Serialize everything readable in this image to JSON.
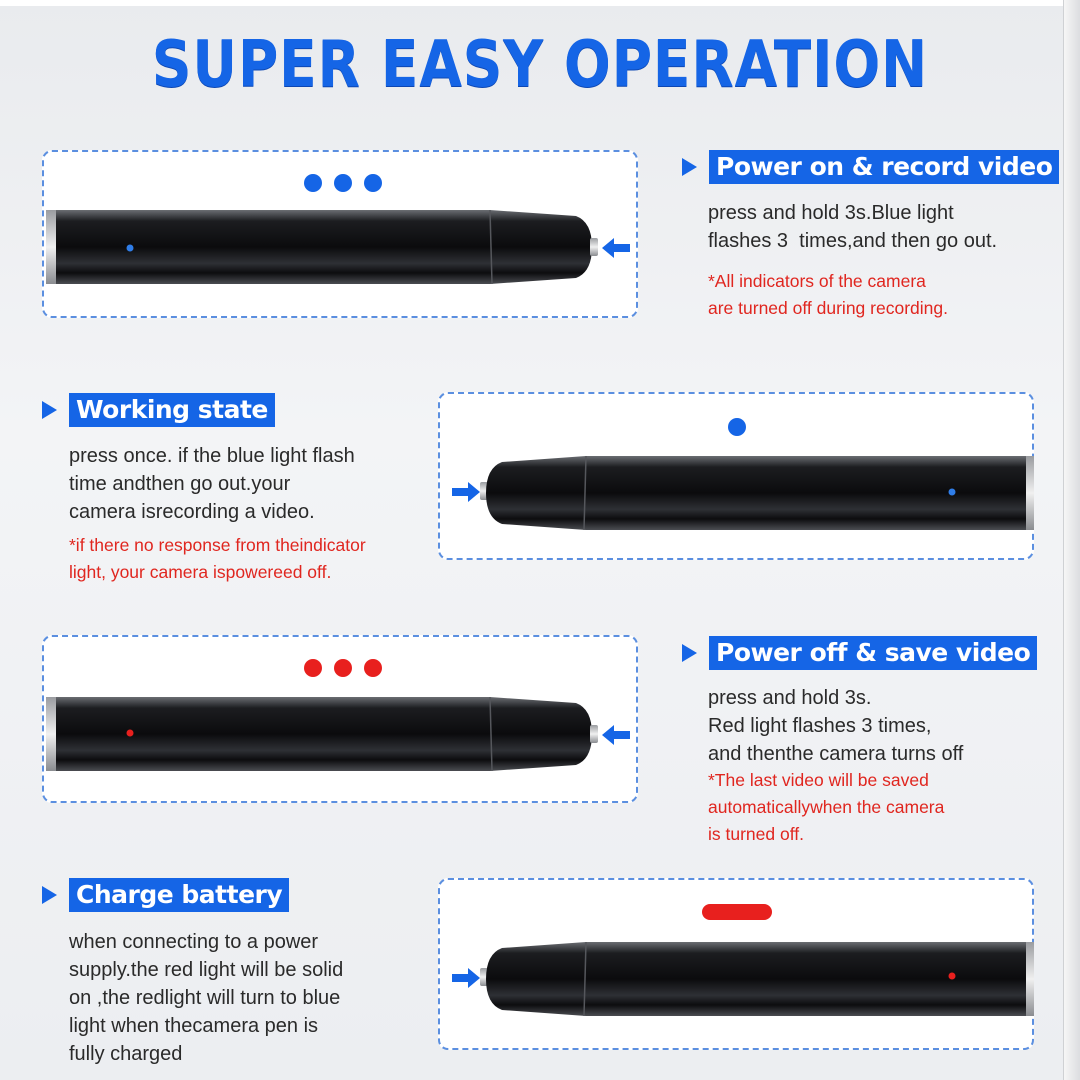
{
  "title": "SUPER EASY OPERATION",
  "steps": [
    {
      "heading": "Power on & record video",
      "desc": "press and hold 3s.Blue light\nflashes 3  times,and then go out.",
      "note": "*All indicators of the camera\nare turned off during recording.",
      "indicator": "3 blue flashes"
    },
    {
      "heading": "Working state",
      "desc": "press once. if the blue light flash\ntime andthen go out.your\ncamera isrecording a video.",
      "note": "*if there no response from theindicator\nlight, your camera ispowereed off.",
      "indicator": "1 blue flash"
    },
    {
      "heading": "Power off & save video",
      "desc": "press and hold 3s.\nRed light flashes 3 times,\nand thenthe camera turns off",
      "note": "*The last video will be saved\nautomaticallywhen the camera\nis turned off.",
      "indicator": "3 red flashes"
    },
    {
      "heading": "Charge battery",
      "desc": "when connecting to a power\nsupply.the red light will be solid\non ,the redlight will turn to blue\nlight when thecamera pen is\nfully charged",
      "note": "",
      "indicator": "solid red"
    }
  ],
  "colors": {
    "accent_blue": "#1565e6",
    "warning_red": "#e0261f",
    "indicator_red": "#e8201e",
    "panel_border": "#5b8fe0"
  },
  "icons": {
    "section_marker": "right-triangle-icon",
    "press_indicator": "left-arrow-icon"
  }
}
